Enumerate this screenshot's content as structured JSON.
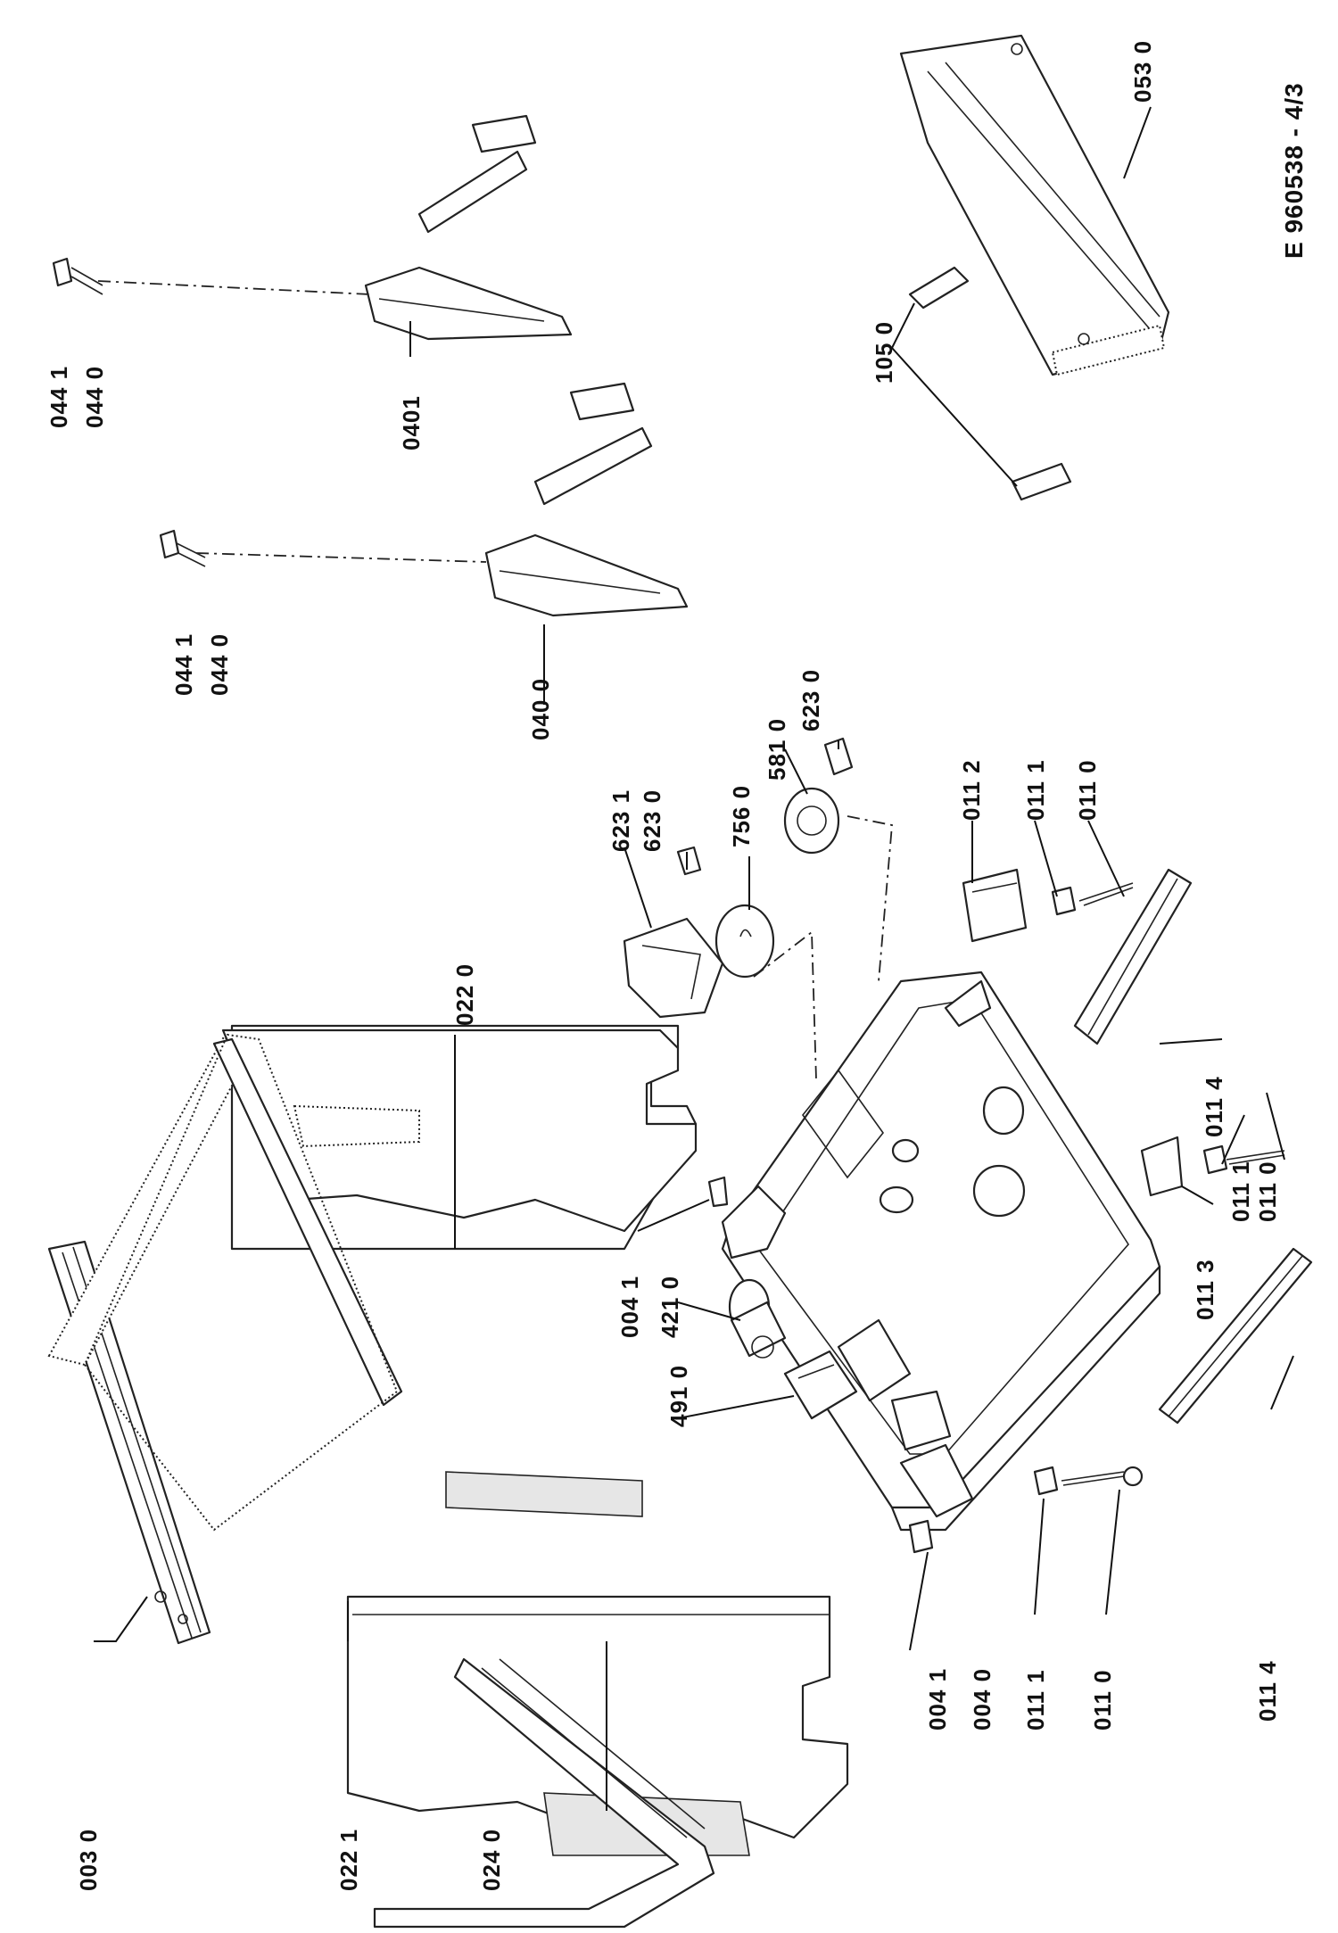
{
  "document": {
    "drawing_code": "E 960538 - 4/3",
    "part_labels": {
      "p0030": "003 0",
      "p0221": "022 1",
      "p0240": "024 0",
      "p0220": "022 0",
      "p0041a": "004 1",
      "p4210": "421 0",
      "p4910": "491 0",
      "p0041b": "004 1",
      "p0040": "004 0",
      "p0111a": "011 1",
      "p0110a": "011 0",
      "p0114a": "011 4",
      "p0113": "011 3",
      "p0111b": "011 1",
      "p0110b": "011 0",
      "p0114b": "011 4",
      "p0112": "011 2",
      "p0111c": "011 1",
      "p0110c": "011 0",
      "p6231": "623 1",
      "p6230a": "623 0",
      "p7560": "756 0",
      "p5810": "581 0",
      "p6230b": "623 0",
      "p0400": "040 0",
      "p0441a": "044 1",
      "p0440a": "044 0",
      "p0401": "0401",
      "p0441b": "044 1",
      "p0440b": "044 0",
      "p1050": "105 0",
      "p0530": "053 0"
    }
  }
}
